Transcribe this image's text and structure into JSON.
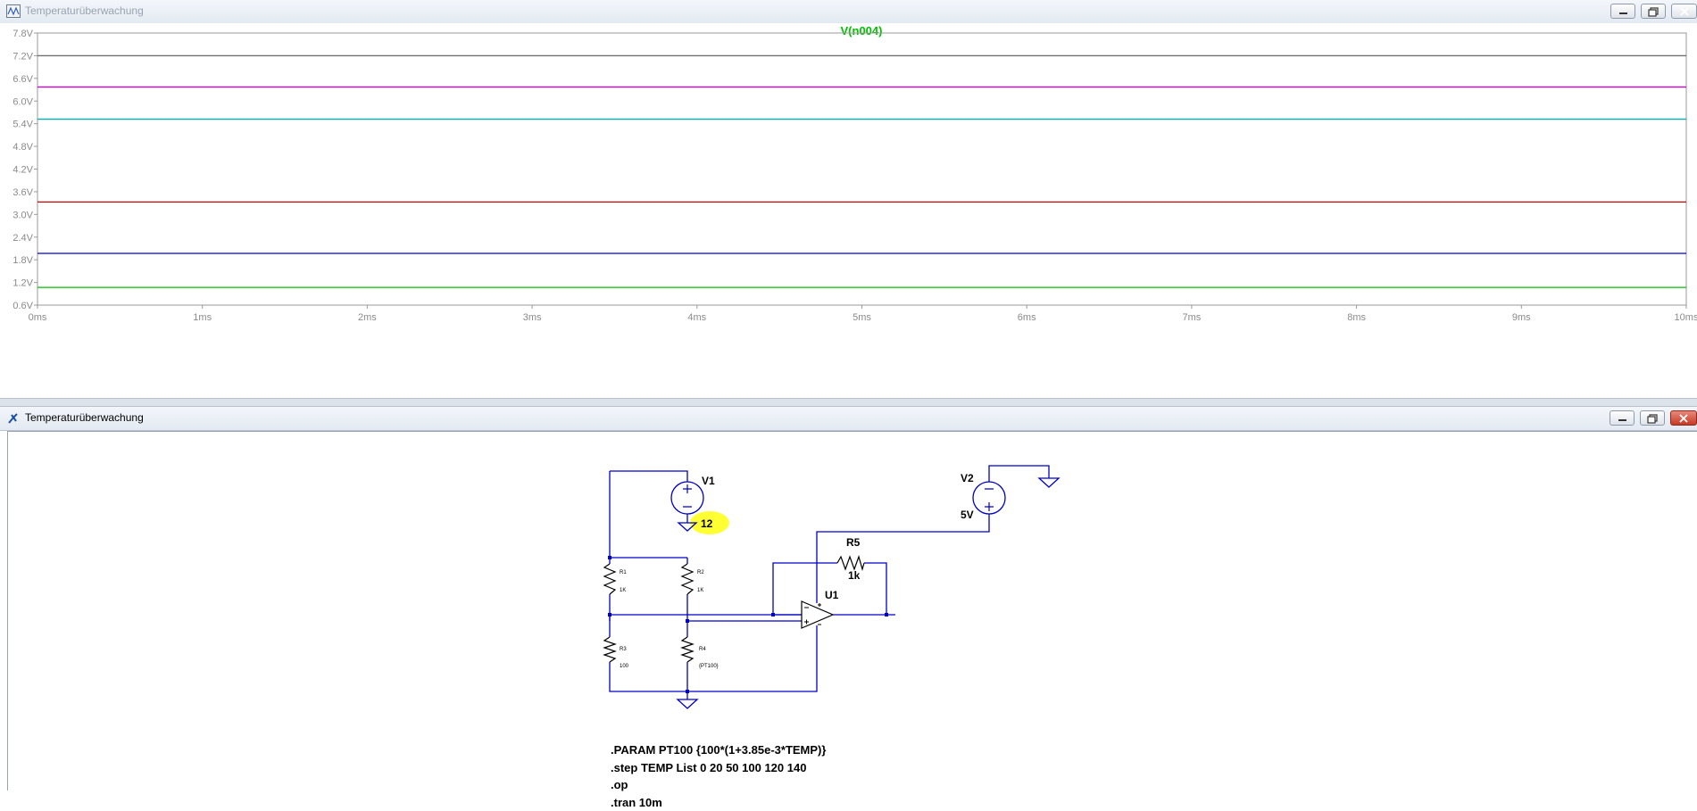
{
  "waveform_window": {
    "title": "Temperaturüberwachung",
    "trace_label": "V(n004)",
    "trace_label_color": "#00c000"
  },
  "schematic_window": {
    "title": "Temperaturüberwachung"
  },
  "chart_data": {
    "type": "line",
    "title": "V(n004)",
    "xlabel": "",
    "ylabel": "",
    "x_unit": "ms",
    "y_unit": "V",
    "xlim": [
      0,
      10
    ],
    "ylim": [
      0.6,
      7.8
    ],
    "x_ticks": [
      "0ms",
      "1ms",
      "2ms",
      "3ms",
      "4ms",
      "5ms",
      "6ms",
      "7ms",
      "8ms",
      "9ms",
      "10ms"
    ],
    "y_ticks": [
      "7.8V",
      "7.2V",
      "6.6V",
      "6.0V",
      "5.4V",
      "4.8V",
      "4.2V",
      "3.6V",
      "3.0V",
      "2.4V",
      "1.8V",
      "1.2V",
      "0.6V"
    ],
    "grid": false,
    "series": [
      {
        "color": "#00c000",
        "x": [
          0,
          10
        ],
        "y": [
          1.07,
          1.07
        ]
      },
      {
        "color": "#0000c8",
        "x": [
          0,
          10
        ],
        "y": [
          1.97,
          1.97
        ]
      },
      {
        "color": "#d00000",
        "x": [
          0,
          10
        ],
        "y": [
          3.33,
          3.33
        ]
      },
      {
        "color": "#00b0b0",
        "x": [
          0,
          10
        ],
        "y": [
          5.52,
          5.52
        ]
      },
      {
        "color": "#d000d0",
        "x": [
          0,
          10
        ],
        "y": [
          6.37,
          6.37
        ]
      },
      {
        "color": "#707070",
        "x": [
          0,
          10
        ],
        "y": [
          7.2,
          7.2
        ]
      }
    ]
  },
  "schematic": {
    "components": {
      "v1": {
        "name": "V1",
        "value": "12"
      },
      "v2": {
        "name": "V2",
        "value": "5V"
      },
      "r1": {
        "name": "R1",
        "value": "1K"
      },
      "r2": {
        "name": "R2",
        "value": "1K"
      },
      "r3": {
        "name": "R3",
        "value": "100"
      },
      "r4": {
        "name": "R4",
        "value": "{PT100}"
      },
      "r5": {
        "name": "R5",
        "value": "1k"
      },
      "u1": {
        "name": "U1"
      }
    },
    "wire_color": "#0000c8",
    "highlight_color": "#ffff33",
    "directives": [
      ".PARAM PT100 {100*(1+3.85e-3*TEMP)}",
      ".step TEMP List 0 20 50 100 120 140",
      ".op",
      ".tran 10m"
    ]
  }
}
